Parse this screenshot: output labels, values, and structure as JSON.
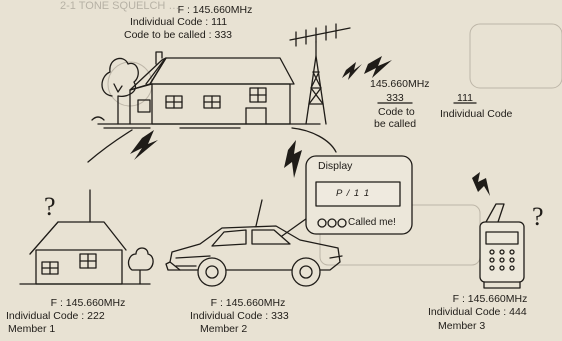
{
  "bleed_text": "2-1 TONE SQUELCH …",
  "base": {
    "freq": "F : 145.660MHz",
    "individual_code": "Individual Code : 111",
    "code_to_call": "Code to be called : 333"
  },
  "transmission": {
    "freq": "145.660MHz",
    "called_code": "333",
    "code_to": "Code to",
    "be_called": "be called",
    "own_code": "111",
    "own_label": "Individual Code"
  },
  "display": {
    "title": "Display",
    "reading": "P / 1 1",
    "called": "Called me!"
  },
  "question_mark": "?",
  "members": [
    {
      "freq": "F : 145.660MHz",
      "code": "Individual Code : 222",
      "name": "Member 1"
    },
    {
      "freq": "F : 145.660MHz",
      "code": "Individual Code : 333",
      "name": "Member 2"
    },
    {
      "freq": "F : 145.660MHz",
      "code": "Individual Code : 444",
      "name": "Member 3"
    }
  ]
}
